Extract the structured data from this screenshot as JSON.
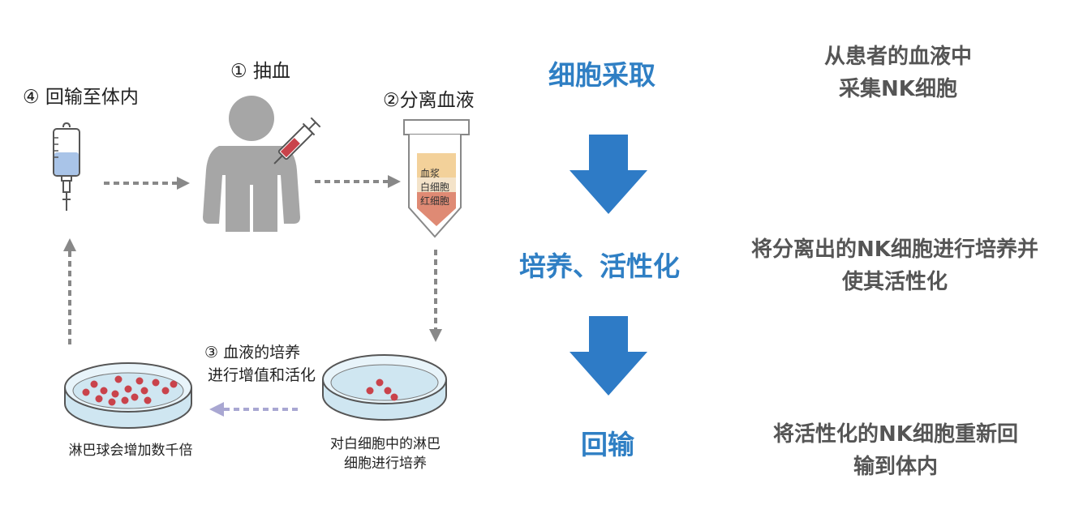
{
  "steps": {
    "draw_blood": "① 抽血",
    "separate_blood": "②分离血液",
    "culture_title_1": "③ 血液的培养",
    "culture_title_2": "进行增值和活化",
    "reinfuse": "④ 回输至体内"
  },
  "tube_layers": [
    "血浆",
    "白细胞",
    "红细胞"
  ],
  "dish_captions": {
    "right_line1": "对白细胞中的淋巴",
    "right_line2": "细胞进行培养",
    "left": "淋巴球会增加数千倍"
  },
  "stages": [
    {
      "title": "细胞采取",
      "desc_lines": [
        "从患者的血液中",
        "采集NK细胞"
      ]
    },
    {
      "title": "培养、活性化",
      "desc_lines": [
        "将分离出的NK细胞进行培养并",
        "使其活性化"
      ]
    },
    {
      "title": "回输",
      "desc_lines": [
        "将活性化的NK细胞重新回",
        "输到体内"
      ]
    }
  ],
  "colors": {
    "accent_blue": "#2f7fc4",
    "arrow_blue": "#2e7bc6",
    "figure_gray": "#a6a6a6",
    "dashed_gray": "#888888",
    "dashed_purple": "#a9a7d2",
    "cell_red": "#c9434b",
    "plasma": "#f3d19a",
    "rbc": "#df8a74"
  }
}
